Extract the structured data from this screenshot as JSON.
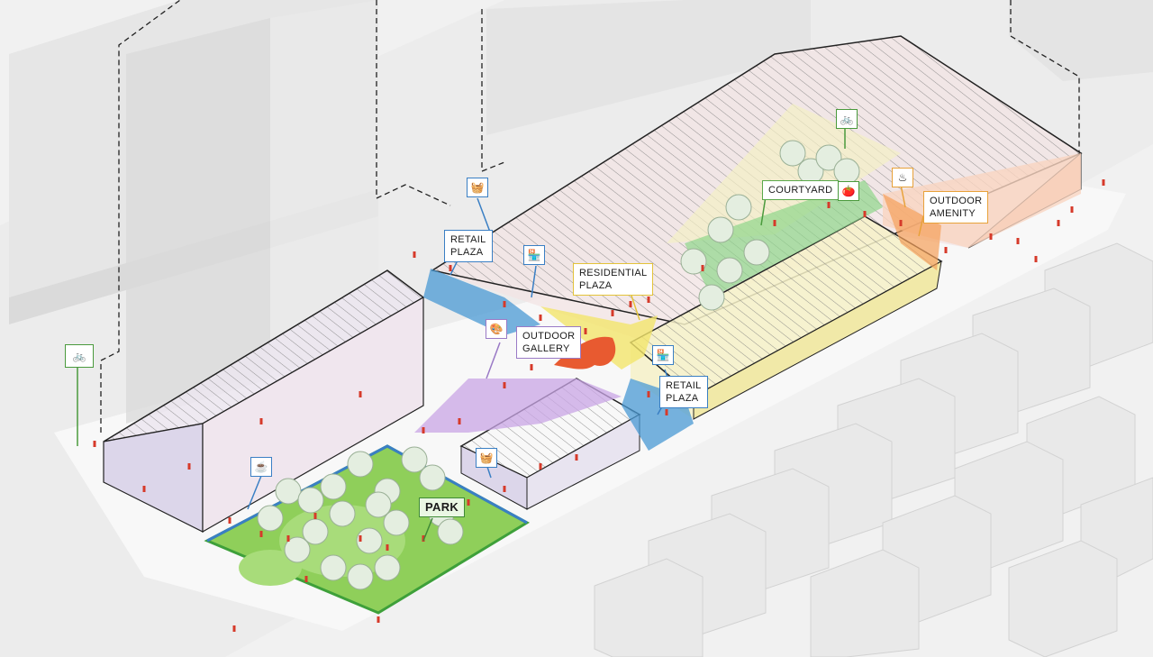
{
  "labels": {
    "retail_plaza_north_l1": "RETAIL",
    "retail_plaza_north_l2": "PLAZA",
    "residential_plaza_l1": "RESIDENTIAL",
    "residential_plaza_l2": "PLAZA",
    "outdoor_gallery_l1": "OUTDOOR",
    "outdoor_gallery_l2": "GALLERY",
    "retail_plaza_south_l1": "RETAIL",
    "retail_plaza_south_l2": "PLAZA",
    "courtyard": "COURTYARD",
    "outdoor_amenity_l1": "OUTDOOR",
    "outdoor_amenity_l2": "AMENITY",
    "park": "PARK"
  },
  "icons": {
    "shopping_basket": "shopping-basket-icon",
    "storefront": "storefront-icon",
    "palette": "palette-icon",
    "coffee": "coffee-icon",
    "bicycle": "bicycle-icon",
    "grill": "grill-icon",
    "produce": "produce-icon"
  },
  "colors": {
    "retail_plaza": "#4a9ad4",
    "residential_plaza": "#f2e56b",
    "outdoor_gallery": "#c9a6e6",
    "courtyard": "#8fd68a",
    "outdoor_amenity": "#f5a05a",
    "park": "#8fcf5a",
    "people": "#d63a2a"
  }
}
